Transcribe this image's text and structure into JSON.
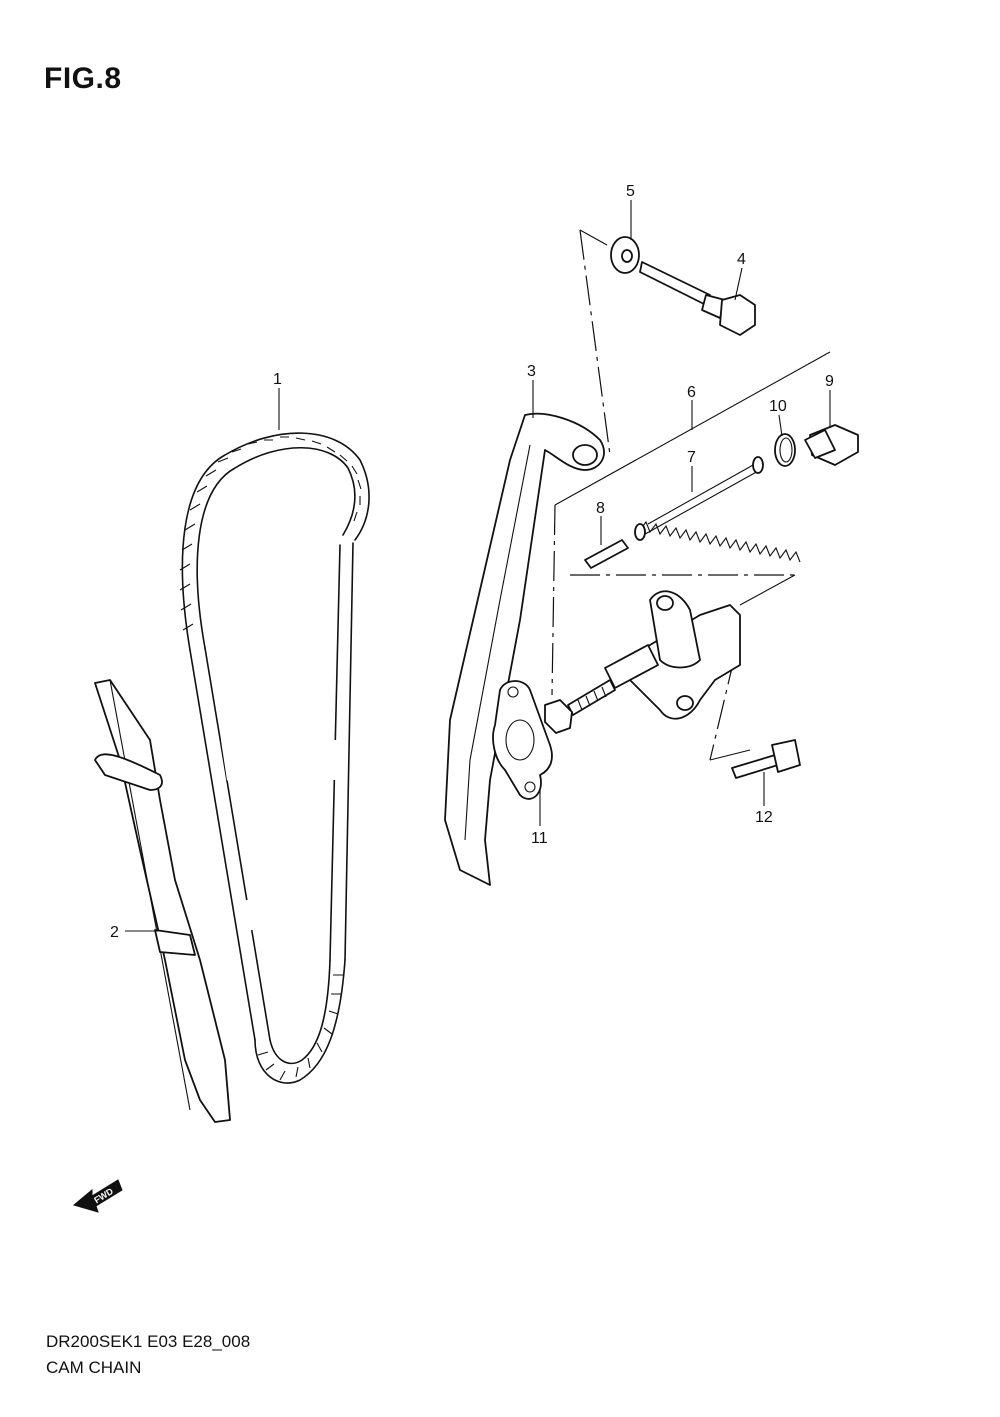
{
  "figure": {
    "title": "FIG.8"
  },
  "footer": {
    "model_code": "DR200SEK1 E03 E28_008",
    "section_name": "CAM CHAIN"
  },
  "direction_badge": {
    "text": "FWD",
    "icon": "forward-arrow-icon"
  },
  "callouts": {
    "c1": "1",
    "c2": "2",
    "c3": "3",
    "c4": "4",
    "c5": "5",
    "c6": "6",
    "c7": "7",
    "c8": "8",
    "c9": "9",
    "c10": "10",
    "c11": "11",
    "c12": "12"
  }
}
